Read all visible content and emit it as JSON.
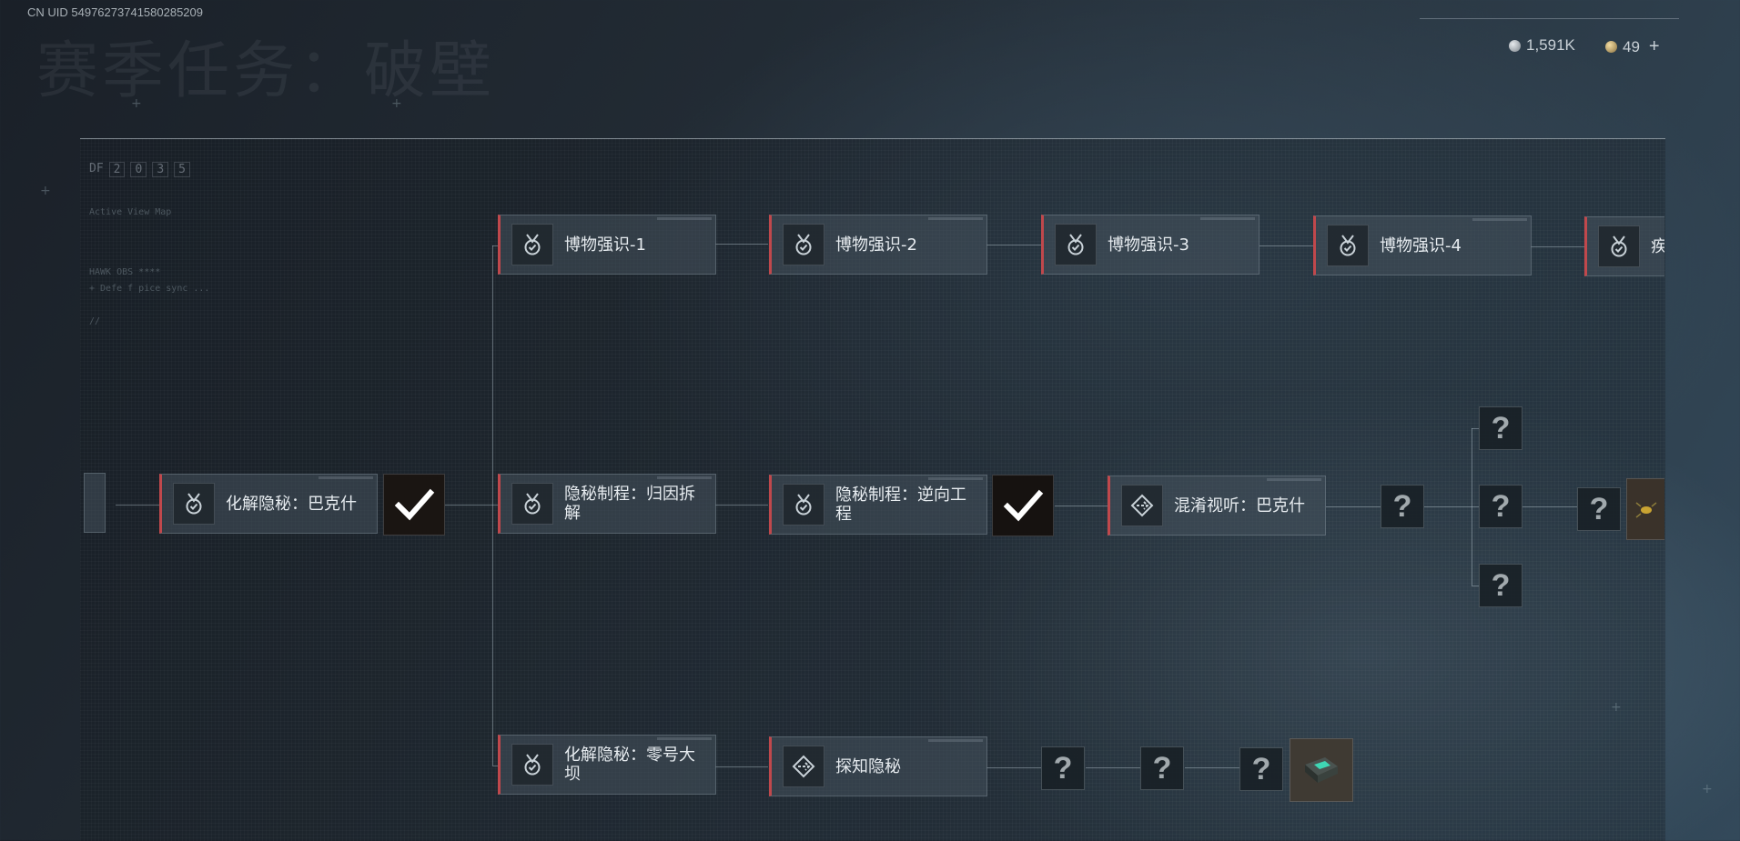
{
  "uid": "CN UID 5497627374158028520​9",
  "page_title": "赛季任务：破壁",
  "currency": {
    "silver": "1,591K",
    "gold": "49",
    "add_label": "+"
  },
  "panel": {
    "code_letters": "DF",
    "code_digits": [
      "2",
      "0",
      "3",
      "5"
    ],
    "deco_1": "Active View Map",
    "deco_2": "HAWK OBS ****",
    "deco_3": "+ Defe f  pice sync ...",
    "deco_4": "//"
  },
  "nodes": {
    "museum_1": "博物强识-1",
    "museum_2": "博物强识-2",
    "museum_3": "博物强识-3",
    "museum_4": "博物强识-4",
    "museum_5": "疾",
    "resolve_bakesh": "化解隐秘：巴克什",
    "craft_reverse_cause": "隐秘制程：归因拆解",
    "craft_reverse_eng": "隐秘制程：逆向工程",
    "confuse_bakesh": "混淆视听：巴克什",
    "resolve_dam": "化解隐秘：零号大坝",
    "probe_secret": "探知隐秘"
  },
  "unknown_mark": "?",
  "colors": {
    "accent_red": "#c0484c",
    "node_bg": "#46525c"
  }
}
